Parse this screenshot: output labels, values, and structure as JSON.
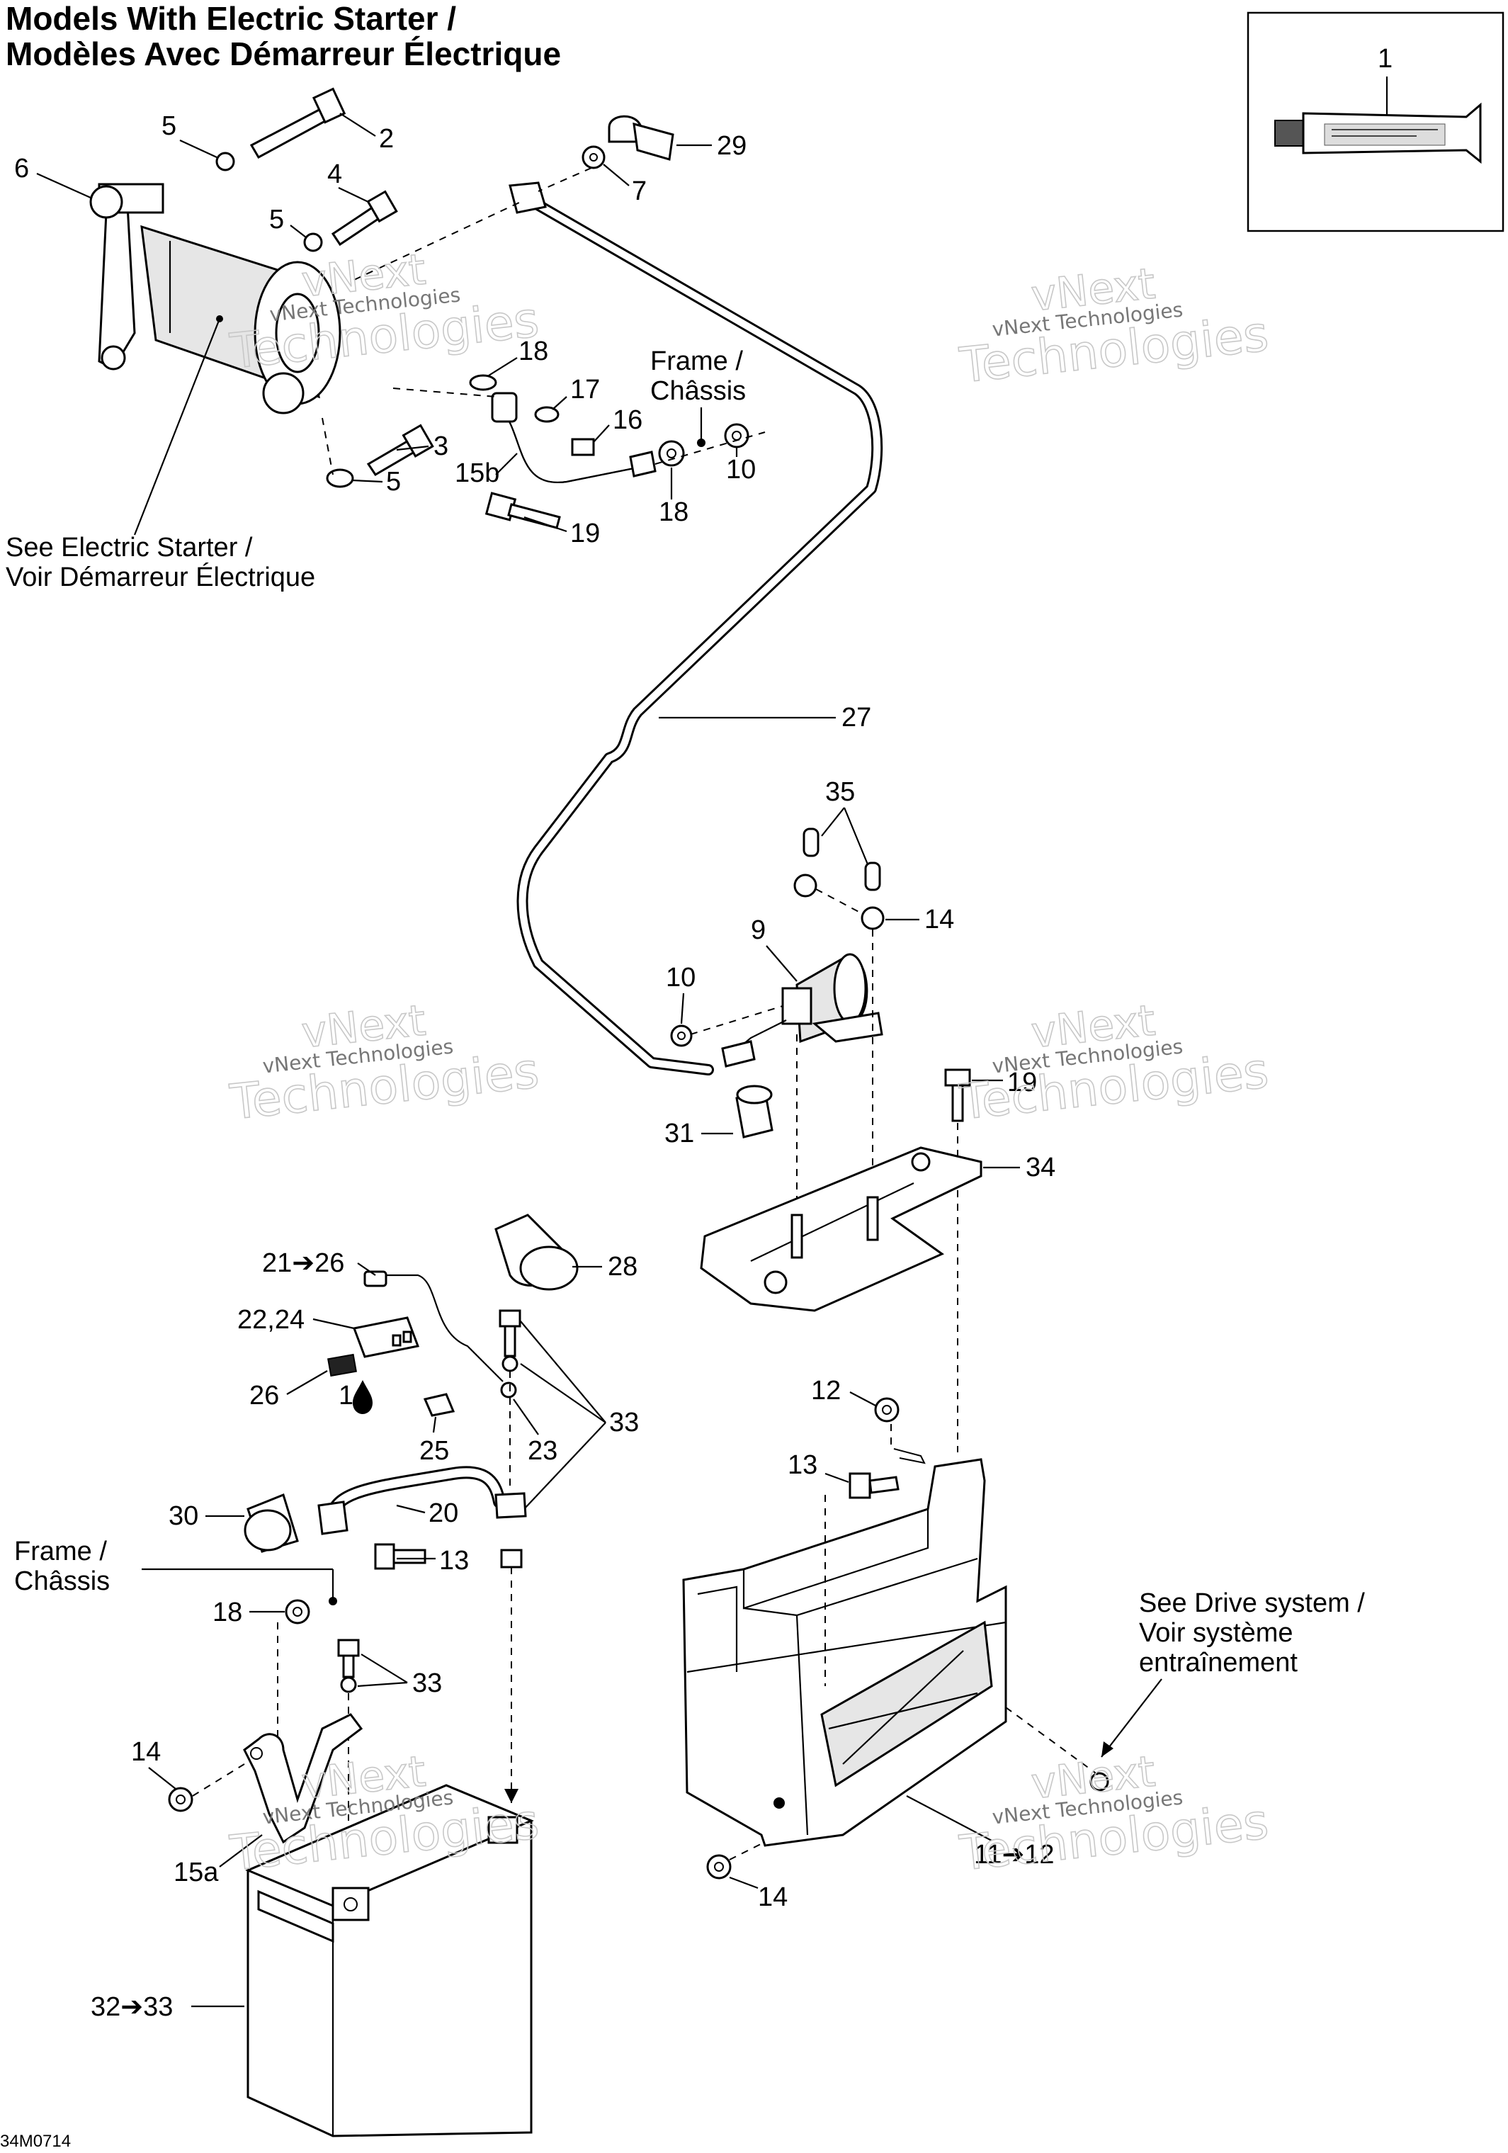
{
  "title": {
    "line1": "Models With Electric Starter /",
    "line2": "Modèles Avec Démarreur Électrique"
  },
  "notes": {
    "see_starter_1": "See Electric Starter /",
    "see_starter_2": "Voir Démarreur Électrique",
    "frame_top_1": "Frame /",
    "frame_top_2": "Châssis",
    "frame_bottom_1": "Frame /",
    "frame_bottom_2": "Châssis",
    "drive_1": "See Drive system /",
    "drive_2": "Voir système",
    "drive_3": "entraînement"
  },
  "callouts": {
    "c1": "1",
    "c2": "2",
    "c3": "3",
    "c4": "4",
    "c5a": "5",
    "c5b": "5",
    "c5c": "5",
    "c6": "6",
    "c7": "7",
    "c9": "9",
    "c10a": "10",
    "c10b": "10",
    "c12": "12",
    "c13a": "13",
    "c13b": "13",
    "c14a": "14",
    "c14b": "14",
    "c14c": "14",
    "c15a": "15a",
    "c15b": "15b",
    "c16": "16",
    "c17": "17",
    "c18a": "18",
    "c18b": "18",
    "c18c": "18",
    "c19a": "19",
    "c19b": "19",
    "c20": "20",
    "c21": "21➔26",
    "c22": "22,24",
    "c23": "23",
    "c25": "25",
    "c26": "26",
    "c27": "27",
    "c28": "28",
    "c29": "29",
    "c30": "30",
    "c31": "31",
    "c32": "32➔33",
    "c33a": "33",
    "c33b": "33",
    "c34": "34",
    "c35": "35",
    "c11": "11➔12",
    "c1drop": "1"
  },
  "watermarks": {
    "brand": "vNext",
    "company": "vNext Technologies",
    "word": "Technologies"
  },
  "figure_code": "34M0714",
  "icons": {
    "tube": "lubricant-tube-icon",
    "drop": "oil-drop-icon",
    "arrow": "arrow-right-glyph"
  }
}
